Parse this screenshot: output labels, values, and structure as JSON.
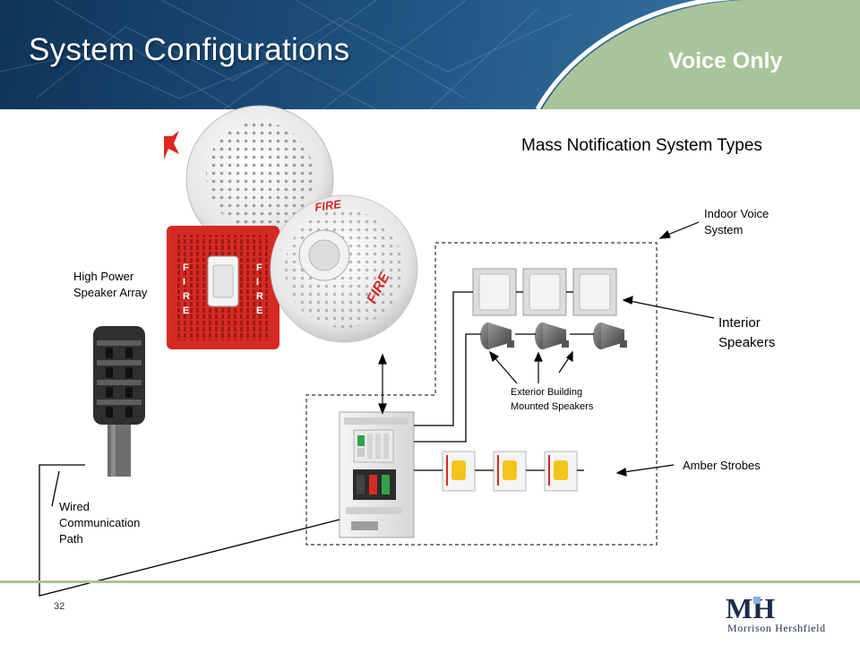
{
  "header": {
    "title": "System Configurations",
    "badge": "Voice Only"
  },
  "diagram": {
    "heading": "Mass Notification System Types",
    "labels": {
      "indoor_voice_system": [
        "Indoor Voice",
        "System"
      ],
      "high_power_speaker_array": [
        "High Power",
        "Speaker Array"
      ],
      "interior_speakers": [
        "Interior",
        "Speakers"
      ],
      "exterior_speakers": [
        "Exterior Building",
        "Mounted Speakers"
      ],
      "amber_strobes": "Amber Strobes",
      "wired_path": [
        "Wired",
        "Communication",
        "Path"
      ]
    },
    "device_markings": {
      "fire": "FIRE",
      "fire_vertical": [
        "F",
        "I",
        "R",
        "E"
      ]
    }
  },
  "footer": {
    "page_number": "32",
    "logo_text": "Morrison Hershfield",
    "logo_mark": "MH"
  },
  "colors": {
    "header_blue": "#1d4f7c",
    "badge_green": "#a9c49b",
    "fire_red": "#d52a24",
    "strobe_amber": "#f3c51a"
  }
}
